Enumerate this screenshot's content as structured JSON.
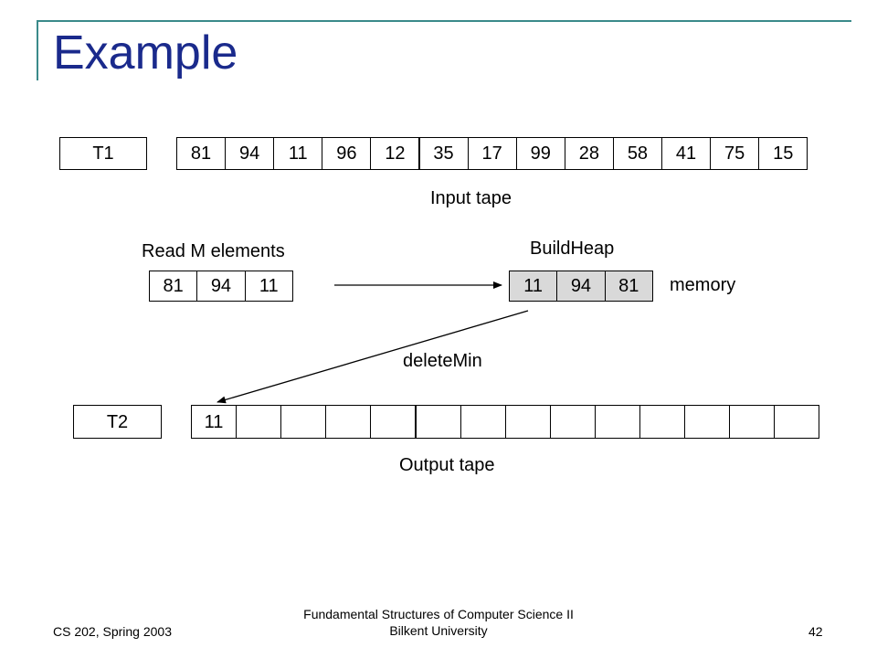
{
  "slide": {
    "title": "Example",
    "accent_color": "#1a2a8c",
    "frame_color": "#3a8a8a"
  },
  "input_tape": {
    "name": "T1",
    "values": [
      "81",
      "94",
      "11",
      "96",
      "12",
      "35",
      "17",
      "99",
      "28",
      "58",
      "41",
      "75",
      "15"
    ],
    "caption": "Input tape"
  },
  "read_block": {
    "label": "Read M elements",
    "values": [
      "81",
      "94",
      "11"
    ]
  },
  "memory_block": {
    "label": "BuildHeap",
    "values": [
      "11",
      "94",
      "81"
    ],
    "side_label": "memory",
    "fill_color": "#d9d9d9"
  },
  "operation": {
    "label": "deleteMin"
  },
  "output_tape": {
    "name": "T2",
    "values": [
      "11",
      "",
      "",
      "",
      "",
      "",
      "",
      "",
      "",
      "",
      "",
      "",
      "",
      ""
    ],
    "caption": "Output tape"
  },
  "footer": {
    "left": "CS 202, Spring 2003",
    "center_line1": "Fundamental Structures of Computer Science II",
    "center_line2": "Bilkent University",
    "page": "42"
  }
}
